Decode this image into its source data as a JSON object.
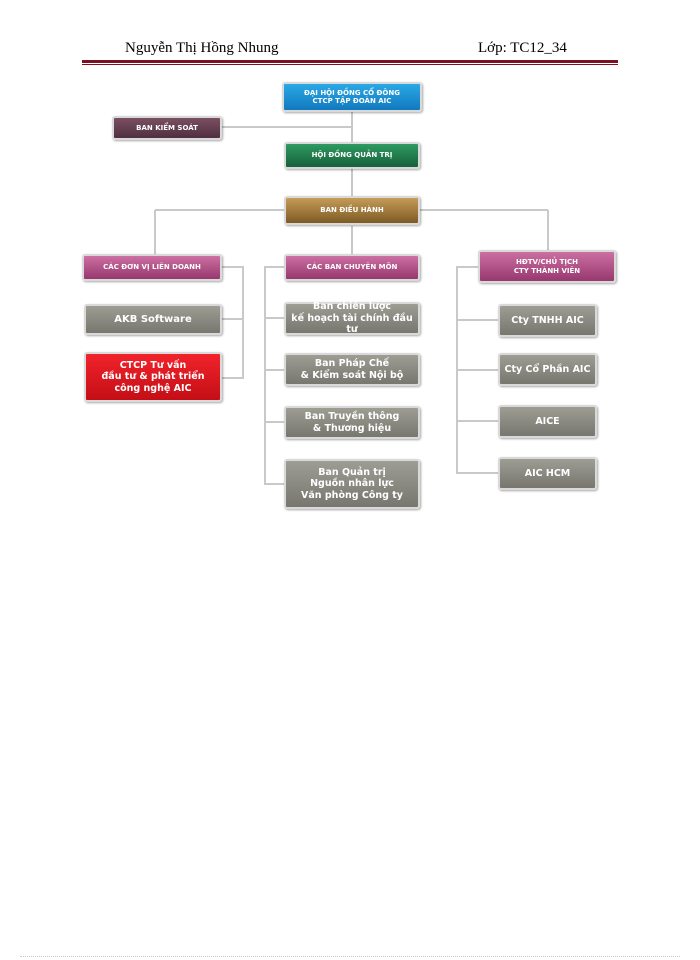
{
  "header": {
    "author": "Nguyễn Thị Hồng Nhung",
    "class_label": "Lớp: TC12_34"
  },
  "org": {
    "shareholders": "ĐẠI HỘI ĐỒNG CỔ ĐÔNG\nCTCP TẬP ĐOÀN AIC",
    "supervisory": "BAN KIỂM SOÁT",
    "board": "HỘI ĐỒNG QUẢN TRỊ",
    "executive": "BAN ĐIỀU HÀNH",
    "joint_ventures": {
      "title": "CÁC ĐƠN VỊ LIÊN DOANH",
      "items": [
        "AKB Software",
        "CTCP Tư vấn\nđầu tư & phát triển\ncông nghệ AIC"
      ]
    },
    "departments": {
      "title": "CÁC BAN CHUYÊN MÔN",
      "items": [
        "Ban chiến lược\nkế hoạch tài chính đầu tư",
        "Ban Pháp Chế\n& Kiểm soát Nội bộ",
        "Ban Truyền thông\n& Thương hiệu",
        "Ban Quản trị\nNguồn nhân lực\nVăn phòng Công ty"
      ]
    },
    "members": {
      "title": "HĐTV/CHỦ TỊCH\nCTY THÀNH VIÊN",
      "items": [
        "Cty TNHH AIC",
        "Cty Cổ Phần AIC",
        "AICE",
        "AIC HCM"
      ]
    }
  },
  "colors": {
    "blue": "#1f8fd6",
    "plum": "#5e3b4c",
    "green": "#1f7a4a",
    "gold": "#a47c3c",
    "pink": "#b3508a",
    "gray": "#8a8a82",
    "red": "#e3141c",
    "rule": "#7a1220"
  }
}
